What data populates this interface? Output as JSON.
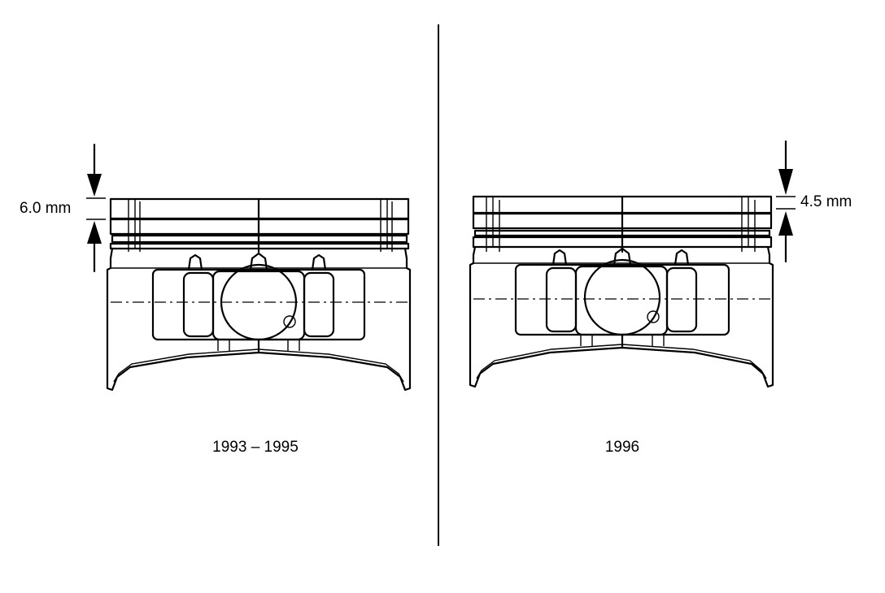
{
  "left_panel": {
    "dimension_label": "6.0 mm",
    "caption": "1993 – 1995"
  },
  "right_panel": {
    "dimension_label": "4.5 mm",
    "caption": "1996"
  },
  "colors": {
    "ink": "#000000",
    "background": "#ffffff"
  }
}
